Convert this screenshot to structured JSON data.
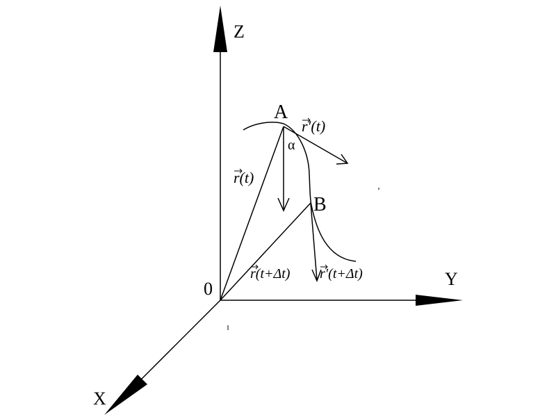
{
  "axes": {
    "z_label": "Z",
    "y_label": "Y",
    "x_label": "X",
    "origin_label": "0"
  },
  "points": {
    "a_label": "A",
    "b_label": "B"
  },
  "vectors": {
    "r_t": "r(t)",
    "r_t_dt": "r(t+Δt)",
    "r_prime_t": "r′(t)",
    "r_prime_t_dt": "r′(t+Δt)"
  },
  "angle_label": "α",
  "colors": {
    "ink": "#000000",
    "background": "#ffffff"
  }
}
